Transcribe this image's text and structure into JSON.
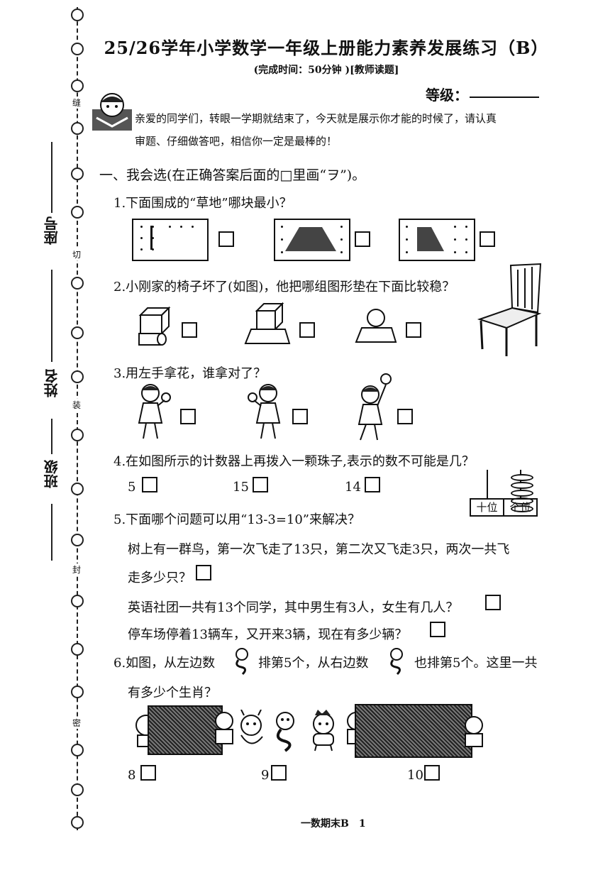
{
  "header": {
    "title": "25/26学年小学数学一年级上册能力素养发展练习（B）",
    "subtitle": "(完成时间：50分钟 )[教师读题]",
    "grade_label": "等级："
  },
  "side": {
    "seat_label": "座号",
    "name_label": "姓名",
    "class_label": "班级",
    "binding_chars": [
      "缝",
      "切",
      "装",
      "封",
      "密"
    ]
  },
  "intro": {
    "line1": "亲爱的同学们，转眼一学期就结束了，今天就是展示你才能的时候了，请认真",
    "line2": "审题、仔细做答吧，相信你一定是最棒的！"
  },
  "section1": {
    "heading": "一、我会选(在正确答案后面的□里画“ヲ”)。"
  },
  "questions": {
    "q1": {
      "text": "1.下面围成的“草地”哪块最小？"
    },
    "q2": {
      "text": "2.小刚家的椅子坏了(如图)，他把哪组图形垫在下面比较稳？"
    },
    "q3": {
      "text": "3.用左手拿花，谁拿对了？"
    },
    "q4": {
      "text": "4.在如图所示的计数器上再拨入一颗珠子,表示的数不可能是几？",
      "options": [
        "5",
        "15",
        "14"
      ],
      "tens_label": "十位",
      "ones_label": "个位",
      "beads_ones": 5
    },
    "q5": {
      "text": "5.下面哪个问题可以用“13-3=10”来解决？",
      "opt1_line1": "树上有一群鸟，第一次飞走了13只，第二次又飞走3只，两次一共飞",
      "opt1_line2": "走多少只？",
      "opt2": "英语社团一共有13个同学，其中男生有3人，女生有几人？",
      "opt3": "停车场停着13辆车，又开来3辆，现在有多少辆？"
    },
    "q6": {
      "text_a": "6.如图，从左边数",
      "text_b": "排第5个，从右边数",
      "text_c": "也排第5个。这里一共",
      "text_line2": "有多少个生肖？",
      "options": [
        "8",
        "9",
        "10"
      ]
    }
  },
  "footer": {
    "text": "一数期末B　1"
  }
}
